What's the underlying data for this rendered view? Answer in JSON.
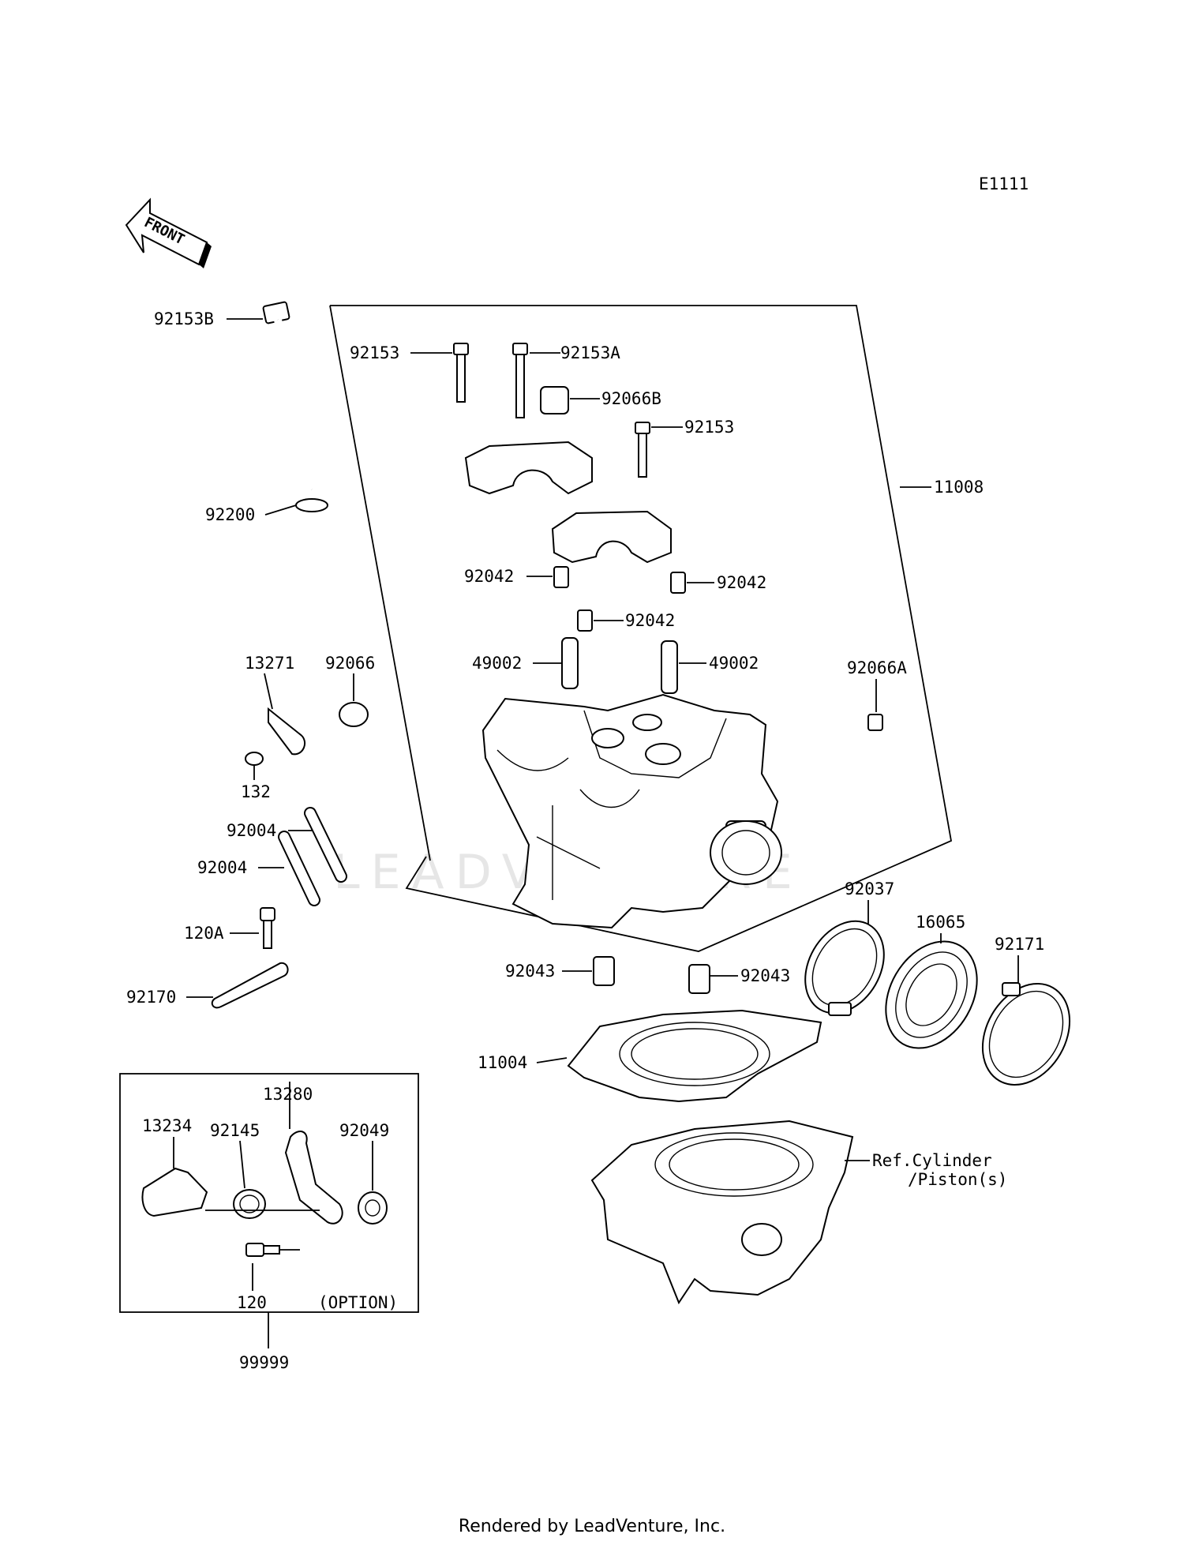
{
  "diagram": {
    "code": "E1111",
    "front_arrow_text": "FRONT",
    "footer": "Rendered by LeadVenture, Inc.",
    "watermark": "LEADVENTURE",
    "option_label": "(OPTION)",
    "ref_label_line1": "Ref.Cylinder",
    "ref_label_line2": "/Piston(s)"
  },
  "parts": [
    {
      "id": "p-92153B",
      "label": "92153B"
    },
    {
      "id": "p-92153-a",
      "label": "92153"
    },
    {
      "id": "p-92153A",
      "label": "92153A"
    },
    {
      "id": "p-92066B",
      "label": "92066B"
    },
    {
      "id": "p-92153-b",
      "label": "92153"
    },
    {
      "id": "p-11008",
      "label": "11008"
    },
    {
      "id": "p-92200",
      "label": "92200"
    },
    {
      "id": "p-92042-a",
      "label": "92042"
    },
    {
      "id": "p-92042-b",
      "label": "92042"
    },
    {
      "id": "p-92042-c",
      "label": "92042"
    },
    {
      "id": "p-13271",
      "label": "13271"
    },
    {
      "id": "p-92066",
      "label": "92066"
    },
    {
      "id": "p-49002-a",
      "label": "49002"
    },
    {
      "id": "p-49002-b",
      "label": "49002"
    },
    {
      "id": "p-92066A",
      "label": "92066A"
    },
    {
      "id": "p-132",
      "label": "132"
    },
    {
      "id": "p-92004-a",
      "label": "92004"
    },
    {
      "id": "p-92004-b",
      "label": "92004"
    },
    {
      "id": "p-92037",
      "label": "92037"
    },
    {
      "id": "p-16065",
      "label": "16065"
    },
    {
      "id": "p-92171",
      "label": "92171"
    },
    {
      "id": "p-120A",
      "label": "120A"
    },
    {
      "id": "p-92043-a",
      "label": "92043"
    },
    {
      "id": "p-92043-b",
      "label": "92043"
    },
    {
      "id": "p-92170",
      "label": "92170"
    },
    {
      "id": "p-11004",
      "label": "11004"
    },
    {
      "id": "p-13280",
      "label": "13280"
    },
    {
      "id": "p-13234",
      "label": "13234"
    },
    {
      "id": "p-92145",
      "label": "92145"
    },
    {
      "id": "p-92049",
      "label": "92049"
    },
    {
      "id": "p-120",
      "label": "120"
    },
    {
      "id": "p-99999",
      "label": "99999"
    }
  ]
}
